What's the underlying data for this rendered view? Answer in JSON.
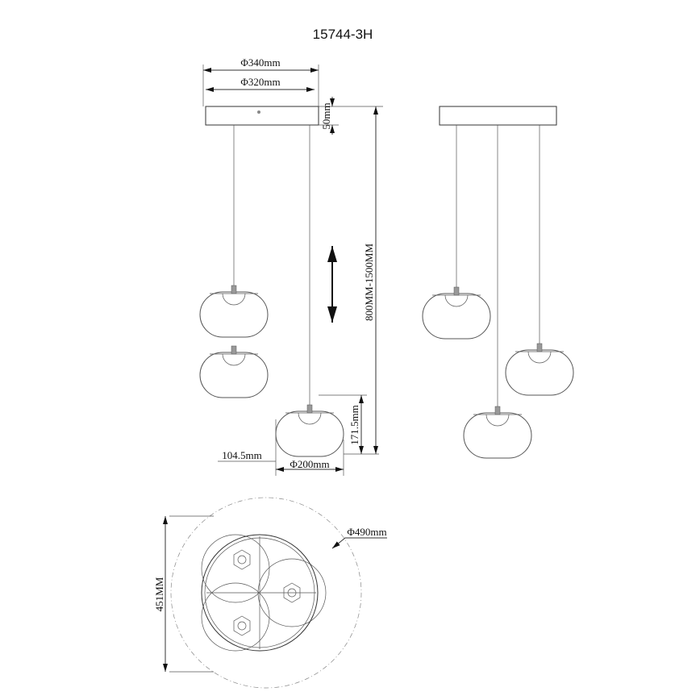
{
  "title": "15744-3H",
  "dimensions": {
    "canopy_outer": "Φ340mm",
    "canopy_inner": "Φ320mm",
    "canopy_height": "50mm",
    "drop_range": "800MM-1500MM",
    "shade_height": "171.5mm",
    "shade_offset": "104.5mm",
    "shade_diameter": "Φ200mm",
    "overall_diameter": "Φ490mm",
    "overall_width": "451MM"
  }
}
